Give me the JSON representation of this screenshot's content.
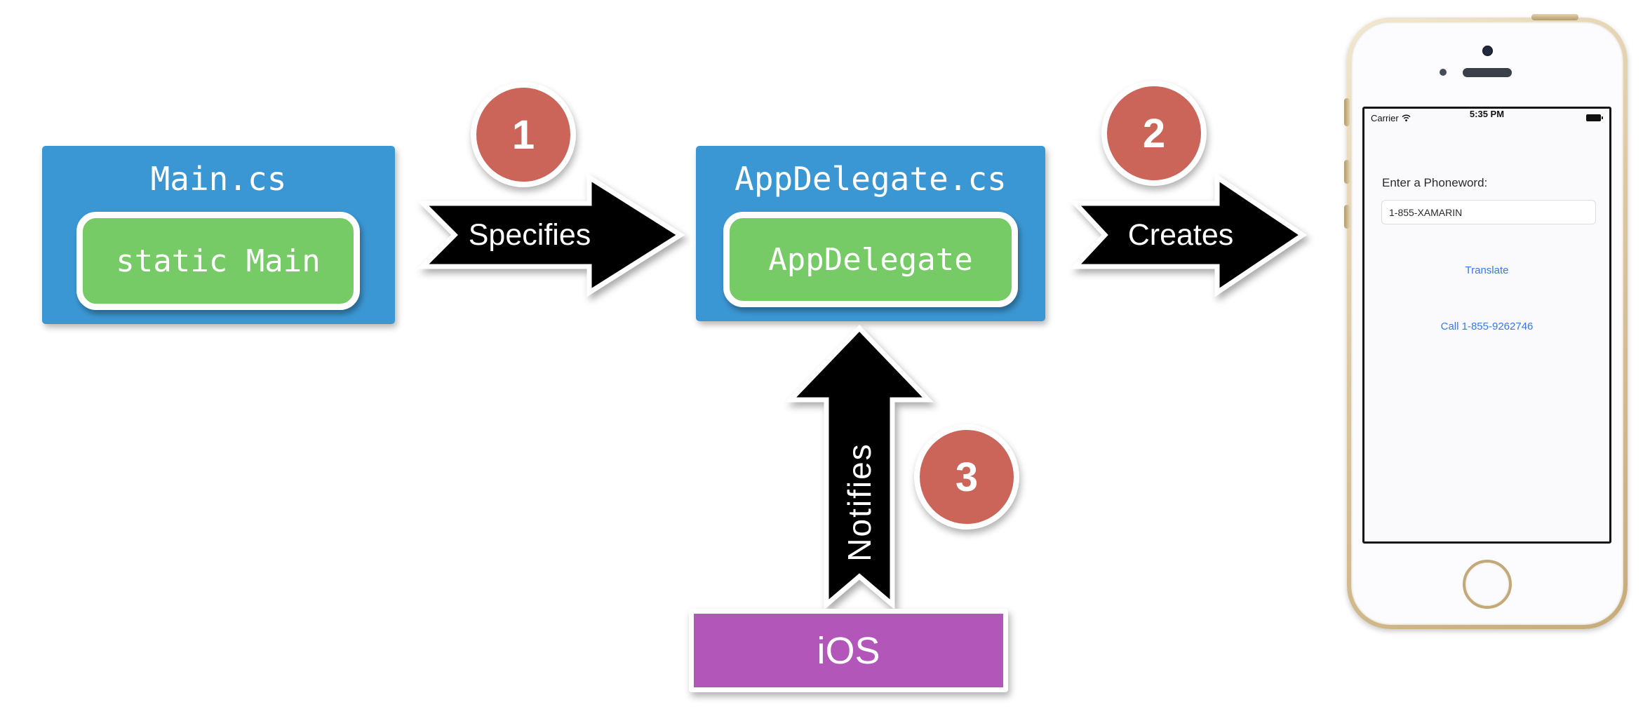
{
  "diagram": {
    "main_box": {
      "title": "Main.cs",
      "inner_label": "static Main"
    },
    "appdelegate_box": {
      "title": "AppDelegate.cs",
      "inner_label": "AppDelegate"
    },
    "ios_box": {
      "label": "iOS"
    },
    "arrows": {
      "specifies": {
        "label": "Specifies",
        "badge": "1"
      },
      "creates": {
        "label": "Creates",
        "badge": "2"
      },
      "notifies": {
        "label": "Notifies",
        "badge": "3"
      }
    },
    "colors": {
      "node_blue": "#3B97D3",
      "inner_green": "#77CB66",
      "badge_red": "#CB6459",
      "ios_purple": "#B257B9",
      "arrow_black": "#000000"
    }
  },
  "phone": {
    "status_bar": {
      "carrier": "Carrier",
      "time": "5:35 PM"
    },
    "screen": {
      "prompt_label": "Enter a Phoneword:",
      "input_value": "1-855-XAMARIN",
      "translate_button": "Translate",
      "call_link": "Call 1-855-9262746"
    },
    "colors": {
      "link_blue": "#3478F6",
      "frame_gold": "#D9C39B"
    }
  }
}
